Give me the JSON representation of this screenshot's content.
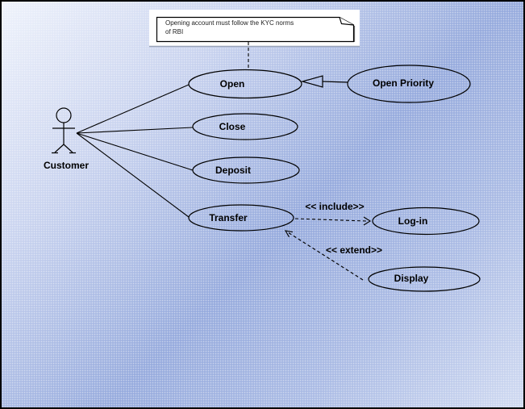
{
  "diagram": {
    "kind": "uml-use-case-diagram",
    "note": {
      "line1": "Opening account must follow the KYC norms",
      "line2": "of RBI"
    },
    "actor": {
      "label": "Customer"
    },
    "use_cases": {
      "open": {
        "label": "Open"
      },
      "open_priority": {
        "label": "Open Priority"
      },
      "close": {
        "label": "Close"
      },
      "deposit": {
        "label": "Deposit"
      },
      "transfer": {
        "label": "Transfer"
      },
      "login": {
        "label": "Log-in"
      },
      "display": {
        "label": "Display"
      }
    },
    "relationships": {
      "include": {
        "label": "<< include>>",
        "from": "Transfer",
        "to": "Log-in",
        "style": "dashed-open-arrow"
      },
      "extend": {
        "label": "<< extend>>",
        "from": "Display",
        "to": "Transfer",
        "style": "dashed-open-arrow"
      },
      "generalization": {
        "from": "Open Priority",
        "to": "Open",
        "style": "hollow-triangle"
      },
      "associations": [
        {
          "from": "Customer",
          "to": "Open"
        },
        {
          "from": "Customer",
          "to": "Close"
        },
        {
          "from": "Customer",
          "to": "Deposit"
        },
        {
          "from": "Customer",
          "to": "Transfer"
        }
      ],
      "note_anchor": {
        "from": "Note",
        "to": "Open",
        "style": "dashed"
      }
    },
    "colors": {
      "background_light": "#eef2fb",
      "background_dark": "#94a9dc",
      "shape_stroke": "#000000",
      "note_fill": "#ffffff",
      "text": "#000000"
    }
  }
}
